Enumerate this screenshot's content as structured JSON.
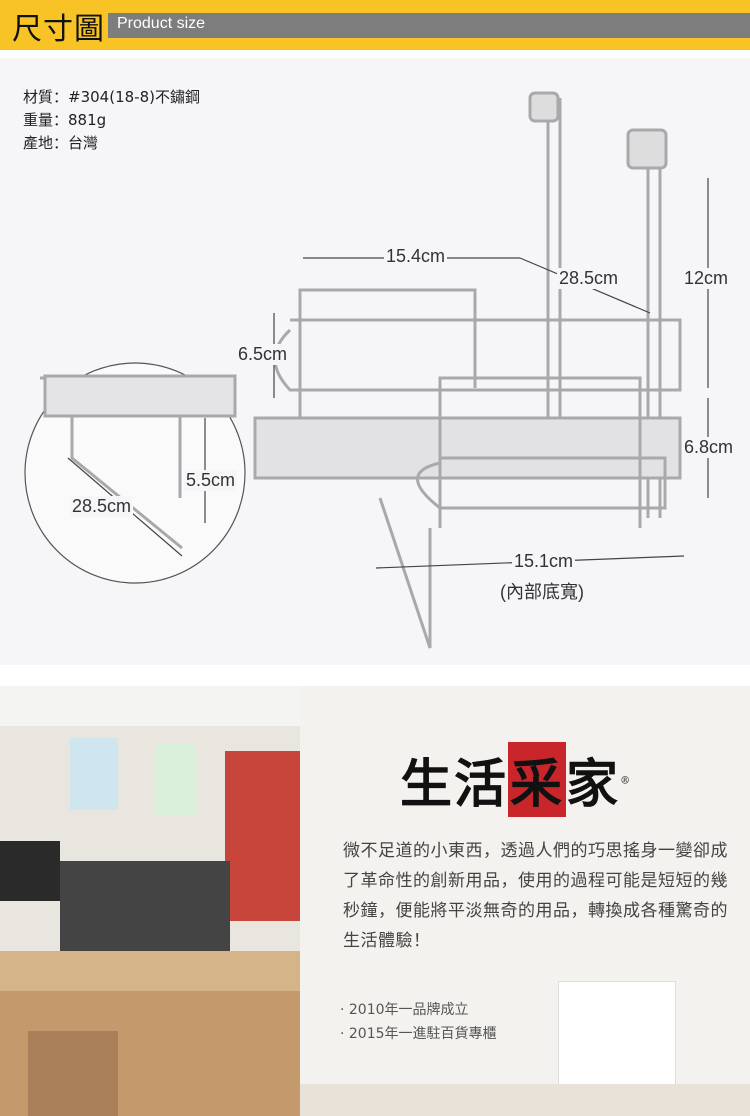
{
  "header": {
    "title_zh": "尺寸圖",
    "title_en": "Product size"
  },
  "specs": [
    {
      "label": "材質：",
      "value": "#304(18-8)不鏽鋼"
    },
    {
      "label": "重量：",
      "value": "881g"
    },
    {
      "label": "產地：",
      "value": "台灣"
    }
  ],
  "dimensions": {
    "top_width": "15.4cm",
    "depth": "28.5cm",
    "hook_height": "12cm",
    "side_height": "6.5cm",
    "back_height": "6.8cm",
    "inset_height": "5.5cm",
    "inset_depth": "28.5cm",
    "bottom_width": "15.1cm",
    "bottom_note": "(內部底寬)"
  },
  "brand": {
    "logo_text": [
      "生",
      "活",
      "采",
      "家"
    ],
    "registered": "®",
    "description": "微不足道的小東西，透過人們的巧思搖身一變卻成了革命性的創新用品，使用的過程可能是短短的幾秒鐘，便能將平淡無奇的用品，轉換成各種驚奇的生活體驗！",
    "history": [
      "· 2010年一品牌成立",
      "· 2015年一進駐百貨專櫃"
    ]
  },
  "colors": {
    "accent": "#f8c325",
    "header_bar": "#7d7d7d",
    "logo_red": "#c8262b"
  }
}
